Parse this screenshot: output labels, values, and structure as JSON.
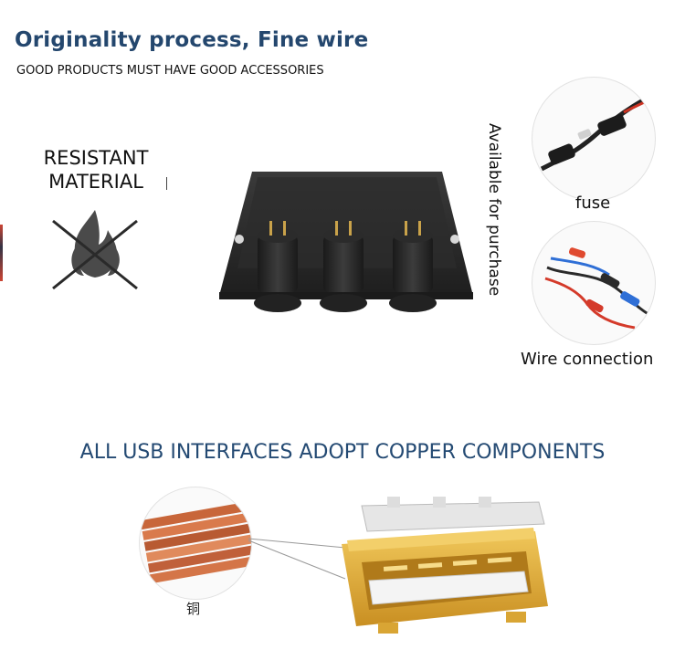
{
  "header": {
    "title": "Originality process, Fine wire",
    "subtitle": "GOOD PRODUCTS MUST HAVE GOOD ACCESSORIES"
  },
  "features": {
    "resistant_line1": "RESISTANT",
    "resistant_line2": "MATERIAL"
  },
  "product": {
    "side_text": "Available for purchase"
  },
  "accessories": [
    {
      "label": "fuse",
      "icon": "fuse-icon"
    },
    {
      "label": "Wire connection",
      "icon": "wire-connection-icon"
    }
  ],
  "usb": {
    "heading": "ALL USB INTERFACES ADOPT COPPER COMPONENTS",
    "copper_label": "铜"
  },
  "colors": {
    "title": "#24476e",
    "heading": "#244a73",
    "copper": "#c8663a",
    "usb_gold": "#e2b13c"
  }
}
